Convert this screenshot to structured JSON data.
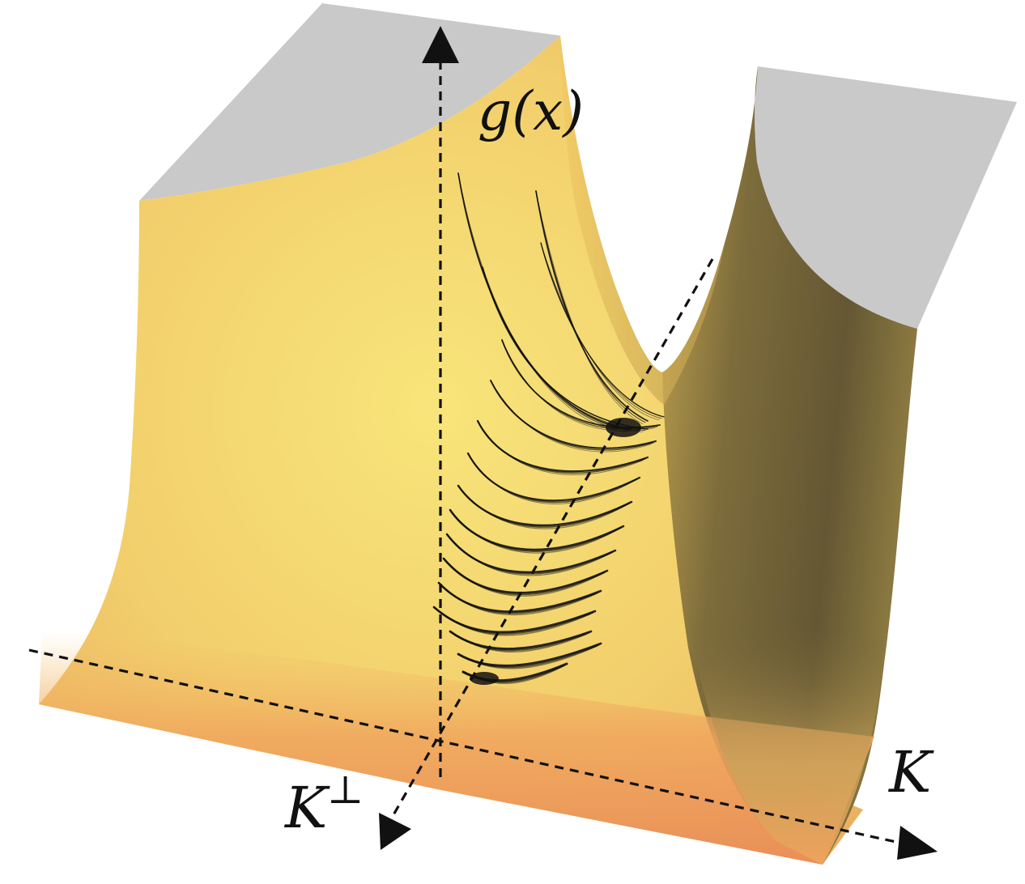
{
  "labels": {
    "vertical_axis": "g(x)",
    "axis_k": "K",
    "axis_k_perp": "K",
    "axis_k_perp_superscript": "⊥"
  },
  "colors": {
    "surface_light": "#f7e27a",
    "surface_warm": "#f0a45c",
    "surface_dark": "#6a5c34",
    "surface_cap": "#c9c9c9",
    "trajectory": "#111111",
    "axis": "#111111"
  }
}
